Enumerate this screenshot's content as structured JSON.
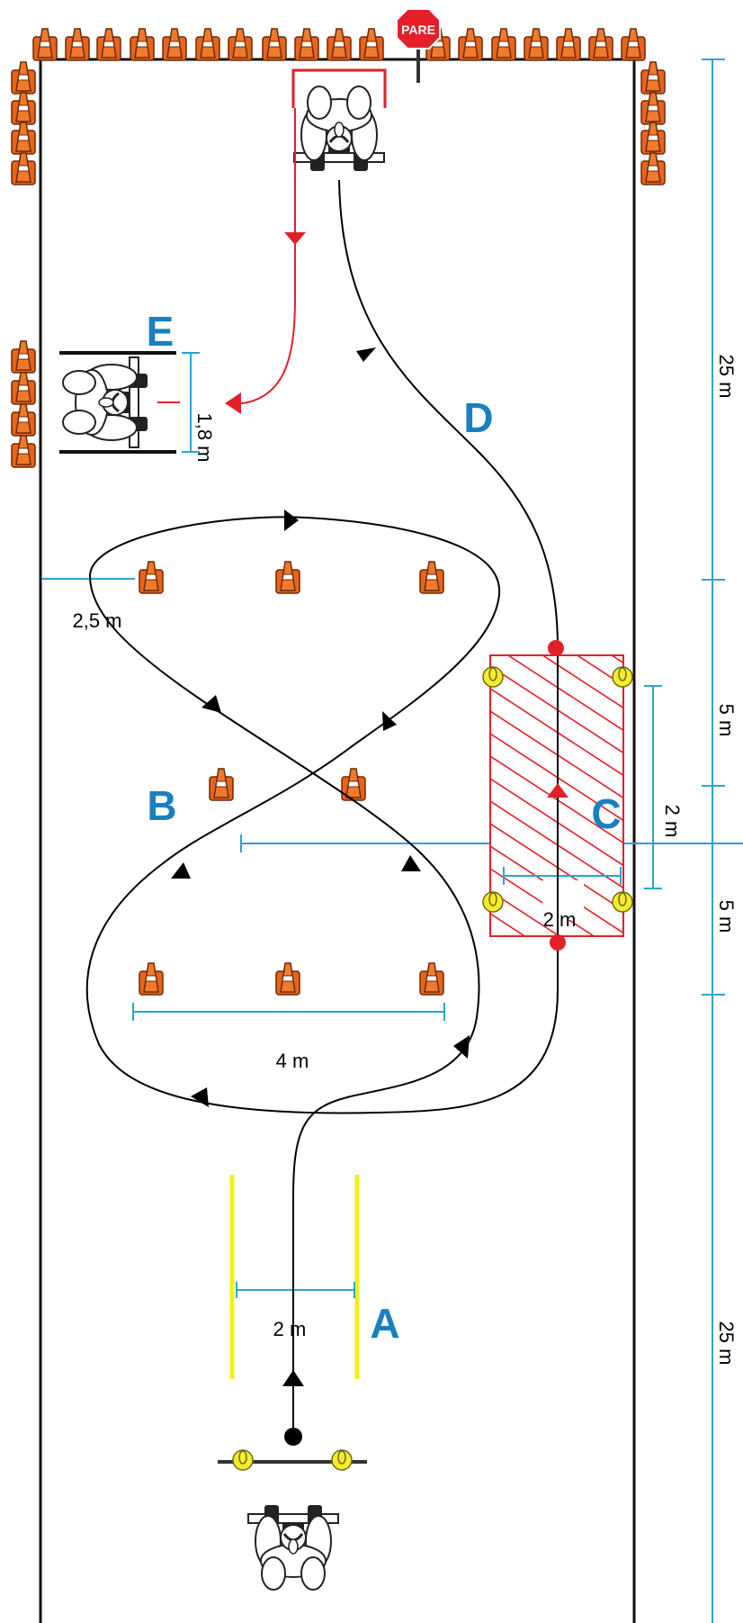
{
  "sign": {
    "text": "PARE"
  },
  "stations": [
    {
      "letter": "A"
    },
    {
      "letter": "B"
    },
    {
      "letter": "C"
    },
    {
      "letter": "D"
    },
    {
      "letter": "E"
    }
  ],
  "dimensions": {
    "corridor_a_width": "2 m",
    "cone_spacing_b": "4 m",
    "offset_b": "2,5 m",
    "plank_c_width": "2 m",
    "plank_c_length": "2 m",
    "parking_e_width": "1,8 m",
    "ruler_top": "25 m",
    "ruler_mid_upper": "5 m",
    "ruler_mid_lower": "5 m",
    "ruler_bottom": "25 m"
  },
  "colors": {
    "path": "#000000",
    "return_path": "#e3202a",
    "dimension": "#2aa6c8",
    "label": "#1a7fc1",
    "cone": "#e8641c",
    "corridor": "#f4ef1a",
    "plank_hatch": "#e3202a",
    "border": "#111111"
  },
  "icons": [
    "traffic-cone-icon",
    "motorcycle-icon",
    "stop-sign-icon",
    "arrow-icon"
  ]
}
